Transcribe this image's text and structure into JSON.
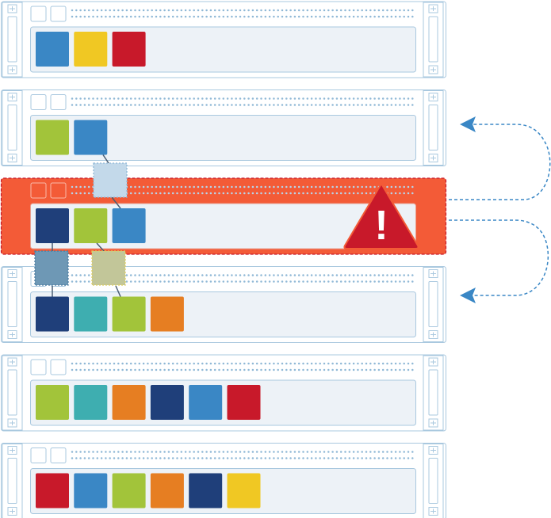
{
  "colors": {
    "frame_stroke": "#a9c8df",
    "frame_fill": "#ffffff",
    "slot_fill": "#edf2f7",
    "dot": "#8fb8d6",
    "alert_fill": "#f35b37",
    "alert_stroke": "#c8192a",
    "warning_fill": "#c8192a",
    "warning_mark": "#ffffff",
    "arrow": "#3a87c5",
    "connector": "#4a5d72"
  },
  "palette": {
    "blue": "#3a87c5",
    "yellow": "#f0c823",
    "red": "#c8192a",
    "green": "#a2c43a",
    "navy": "#1f3f7a",
    "teal": "#3eaeb0",
    "orange": "#e67e22"
  },
  "warning": {
    "symbol": "!",
    "icon": "warning-triangle-icon"
  },
  "servers": [
    {
      "id": "server-1",
      "state": "normal",
      "blocks": [
        "blue",
        "yellow",
        "red"
      ]
    },
    {
      "id": "server-2",
      "state": "normal",
      "blocks": [
        "green",
        "blue"
      ]
    },
    {
      "id": "server-3",
      "state": "failed",
      "blocks": [
        "navy",
        "green",
        "blue"
      ]
    },
    {
      "id": "server-4",
      "state": "normal",
      "blocks": [
        "navy",
        "teal",
        "green",
        "orange"
      ]
    },
    {
      "id": "server-5",
      "state": "normal",
      "blocks": [
        "green",
        "teal",
        "orange",
        "navy",
        "blue",
        "red"
      ]
    },
    {
      "id": "server-6",
      "state": "normal",
      "blocks": [
        "red",
        "blue",
        "green",
        "orange",
        "navy",
        "yellow"
      ]
    }
  ],
  "migrating_blocks": [
    {
      "id": "migrating-block-1",
      "fill": "#c3d9ea",
      "stroke": "#8fb8d6"
    },
    {
      "id": "migrating-block-2",
      "fill": "#6e98b5",
      "stroke": "#4a7ca0"
    },
    {
      "id": "migrating-block-3",
      "fill": "#c2c699",
      "stroke": "#e0d060"
    }
  ]
}
